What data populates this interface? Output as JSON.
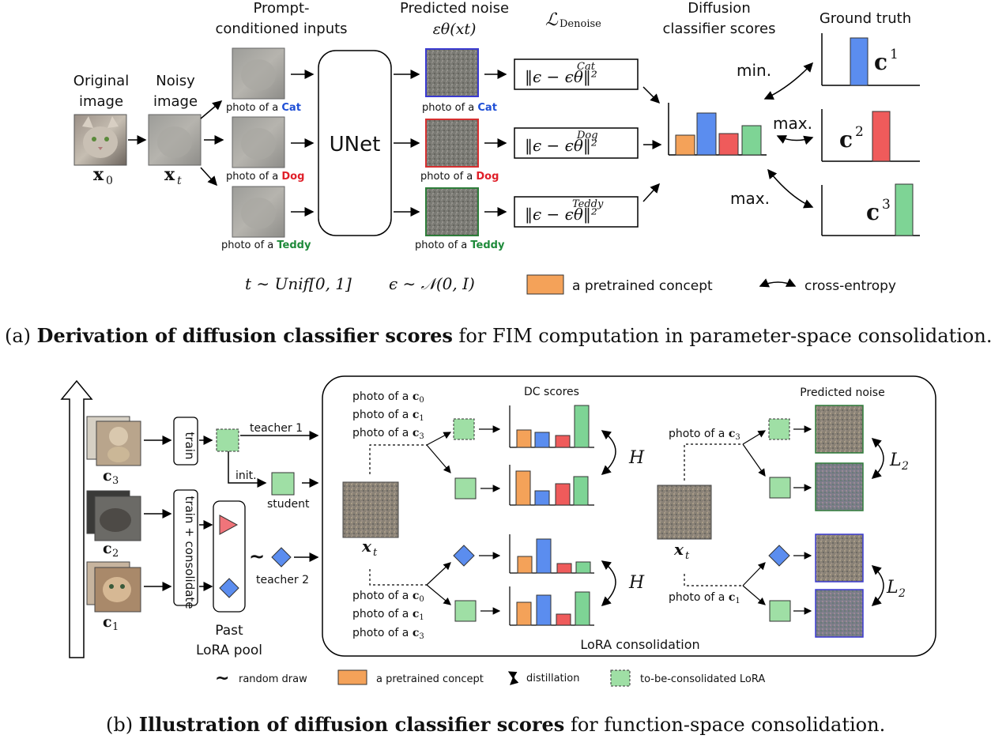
{
  "figure_a": {
    "headers": {
      "prompt_conditioned": [
        "Prompt-",
        "conditioned inputs"
      ],
      "predicted_noise": "Predicted noise",
      "predicted_noise_formula": "εθ(xt)",
      "loss": "ℒ",
      "loss_sub": "Denoise",
      "diffusion_scores": [
        "Diffusion",
        "classifier scores"
      ],
      "ground_truth": "Ground truth"
    },
    "original_image": [
      "Original",
      "image"
    ],
    "original_symbol": "x",
    "original_sub": "0",
    "noisy_image": [
      "Noisy",
      "image"
    ],
    "noisy_symbol": "x",
    "noisy_sub": "t",
    "unet_label": "UNet",
    "prompt_prefix": "photo of a ",
    "rows": [
      {
        "concept": "Cat",
        "color": "#1f4fd6",
        "noise_border": "#3a3ad0",
        "loss_sup": "Cat"
      },
      {
        "concept": "Dog",
        "color": "#e0202a",
        "noise_border": "#d53030",
        "loss_sup": "Dog"
      },
      {
        "concept": "Teddy",
        "color": "#1e8a3a",
        "noise_border": "#2e7d3a",
        "loss_sup": "Teddy"
      }
    ],
    "loss_formula": "‖ϵ − ϵθ‖²",
    "min_label": "min.",
    "max_label": "max.",
    "ground_truth_labels": [
      "c",
      "c",
      "c"
    ],
    "ground_truth_sups": [
      "1",
      "2",
      "3"
    ],
    "gt_colors": [
      "#2f2fc0",
      "#e0202a",
      "#1e9a3a"
    ],
    "scores_chart": {
      "bar_colors": [
        "#f4a259",
        "#5b8def",
        "#ef5b5b",
        "#7ed495"
      ]
    },
    "legend": {
      "t_dist": "t ∼ Unif[0, 1]",
      "eps_dist": "ϵ ∼ 𝒩(0, I)",
      "pretrained": "a pretrained concept",
      "cross_entropy": "cross-entropy"
    },
    "caption_prefix": "(a) ",
    "caption_bold": "Derivation of diffusion classifier scores",
    "caption_rest": " for FIM computation in parameter-space consolidation."
  },
  "figure_b": {
    "task_labels": [
      "c",
      "c",
      "c"
    ],
    "task_subs": [
      "3",
      "2",
      "1"
    ],
    "task_colors": [
      "#1e9a3a",
      "#e0202a",
      "#2f2fc0"
    ],
    "train": "train",
    "train_consolidate": "train + consolidate",
    "teacher1": "teacher 1",
    "init": "init.",
    "student": "student",
    "teacher2": "teacher 2",
    "tilde": "~",
    "past_pool": [
      "Past",
      "LoRA pool"
    ],
    "dc_scores": "DC scores",
    "predicted_noise": "Predicted noise",
    "xt": "x",
    "xt_sub": "t",
    "h_label": "H",
    "l2_label": "L",
    "l2_sub": "2",
    "prompt_prefix": "photo of a ",
    "prompts_top": [
      {
        "sub": "0",
        "color": "#e08a10"
      },
      {
        "sub": "1",
        "color": "#2f2fc0"
      },
      {
        "sub": "3",
        "color": "#1e9a3a"
      }
    ],
    "lora_consolidation": "LoRA consolidation",
    "legend": {
      "random_draw": "random draw",
      "pretrained": "a pretrained concept",
      "distillation": "distillation",
      "to_be_consolidated": "to-be-consolidated LoRA"
    },
    "caption_prefix": "(b) ",
    "caption_bold": "Illustration of diffusion classifier scores",
    "caption_rest": " for function-space consolidation."
  }
}
